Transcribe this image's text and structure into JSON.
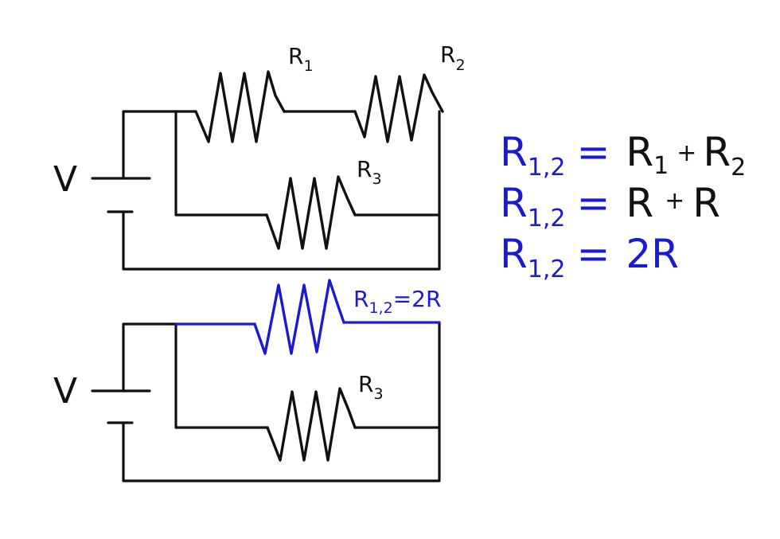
{
  "colors": {
    "ink": "#111111",
    "accent": "#1a1ad6"
  },
  "top_circuit": {
    "source_label": "V",
    "r1": {
      "main": "R",
      "sub": "1"
    },
    "r2": {
      "main": "R",
      "sub": "2"
    },
    "r3": {
      "main": "R",
      "sub": "3"
    }
  },
  "bottom_circuit": {
    "source_label": "V",
    "r12": {
      "main": "R",
      "sub": "1,2",
      "rest": "=2R"
    },
    "r3": {
      "main": "R",
      "sub": "3"
    }
  },
  "equations": [
    {
      "lhs": "R",
      "lhs_sub": "1,2",
      "eq": "=",
      "a": "R",
      "a_sub": "1",
      "op": "+",
      "b": "R",
      "b_sub": "2"
    },
    {
      "lhs": "R",
      "lhs_sub": "1,2",
      "eq": "=",
      "a": "R",
      "a_sub": "",
      "op": "+",
      "b": "R",
      "b_sub": ""
    },
    {
      "lhs": "R",
      "lhs_sub": "1,2",
      "eq": "=",
      "a": "2R",
      "a_sub": "",
      "op": "",
      "b": "",
      "b_sub": ""
    }
  ]
}
